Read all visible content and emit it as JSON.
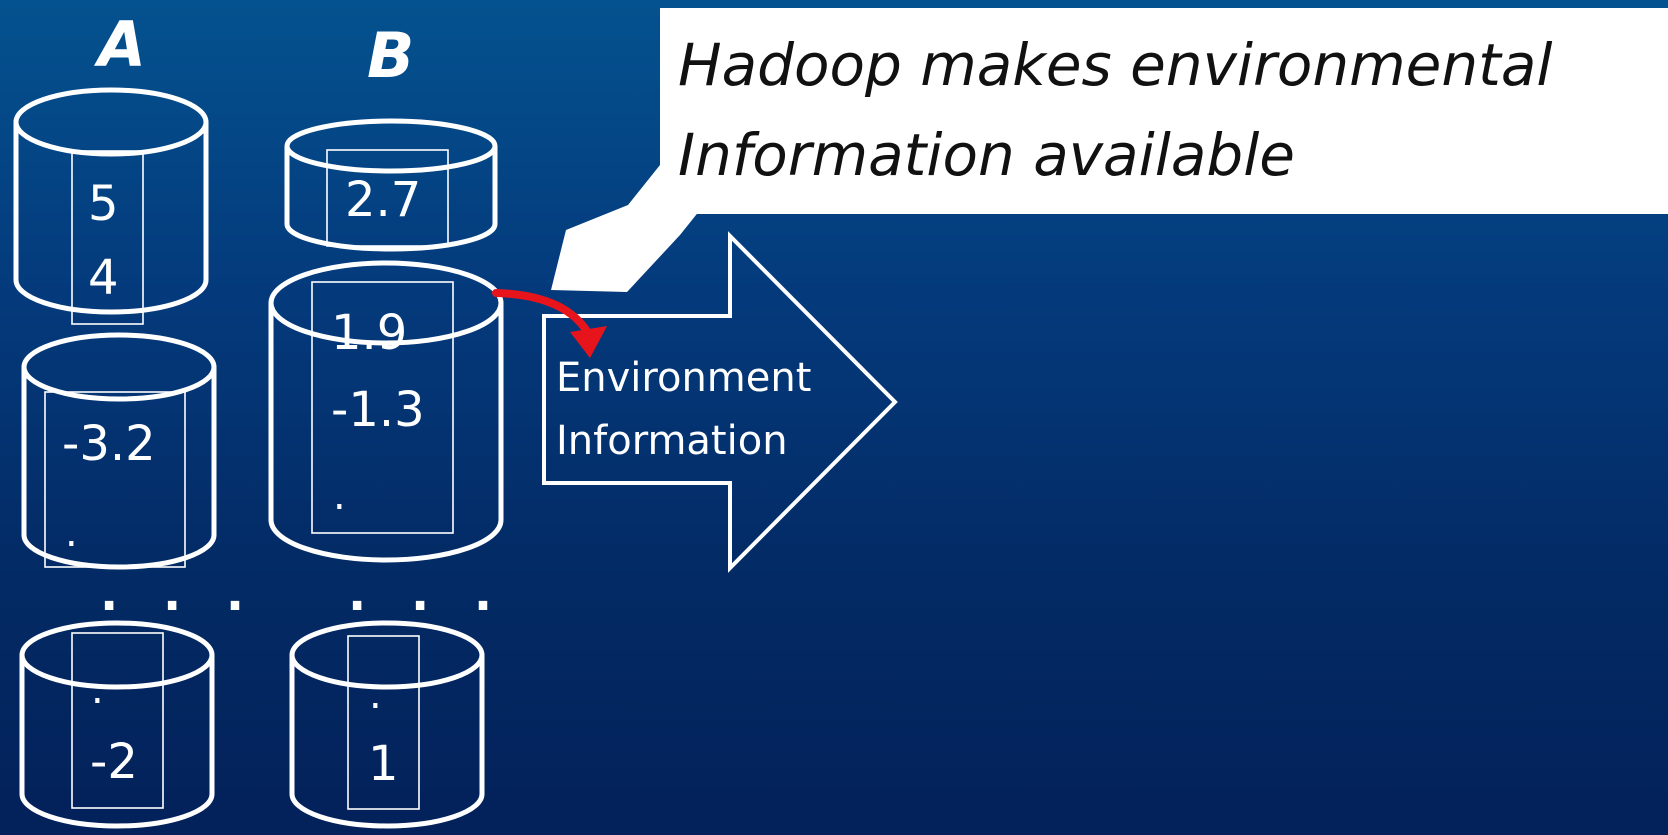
{
  "callout": {
    "line1": "Hadoop makes environmental",
    "line2": "Information available"
  },
  "columns": {
    "a": {
      "label": "A",
      "cylinder1": [
        "5",
        "4"
      ],
      "cylinder2": [
        "-3.2",
        "."
      ],
      "cylinder3": [
        ".",
        "-2"
      ]
    },
    "b": {
      "label": "B",
      "cylinder1": [
        "2.7"
      ],
      "cylinder2": [
        "1.9",
        "-1.3",
        "."
      ],
      "cylinder3": [
        ".",
        "1"
      ]
    },
    "ellipsis": ". . ."
  },
  "big_arrow": {
    "line1": "Environment",
    "line2": "Information"
  },
  "colors": {
    "background_top": "#04528f",
    "background_bottom": "#03215a",
    "stroke": "#ffffff",
    "highlight_arrow": "#e8141c"
  }
}
